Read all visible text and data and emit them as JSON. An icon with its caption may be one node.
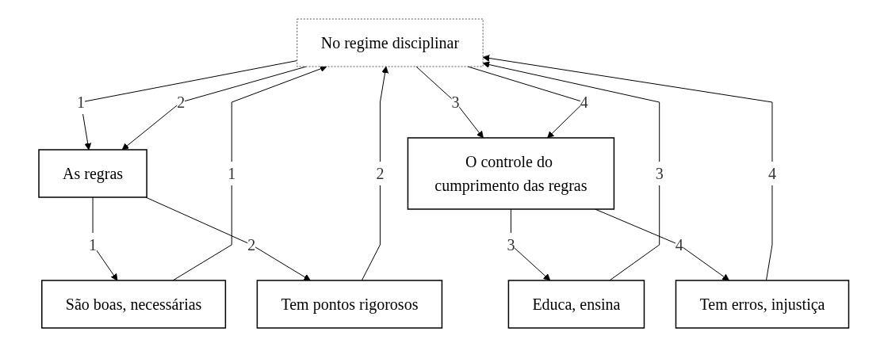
{
  "diagram": {
    "nodes": [
      {
        "text": [
          "No regime disciplinar"
        ]
      },
      {
        "text": [
          "As regras"
        ]
      },
      {
        "text": [
          "São boas, necessárias"
        ]
      },
      {
        "text": [
          "Tem pontos rigorosos"
        ]
      },
      {
        "text": [
          "O controle do cumprimento das regras"
        ]
      },
      {
        "text": [
          "Educa, ensina"
        ]
      },
      {
        "text": [
          "Tem erros, injustiça"
        ]
      }
    ],
    "edges": [
      {
        "from": 0,
        "to": 1,
        "arrow": "to",
        "label": "1"
      },
      {
        "from": 0,
        "to": 1,
        "arrow": "to",
        "label": "2"
      },
      {
        "from": 1,
        "to": 2,
        "arrow": "to",
        "label": "1"
      },
      {
        "from": 1,
        "to": 3,
        "arrow": "to",
        "label": "2"
      },
      {
        "from": 2,
        "to": 0,
        "arrow": "to",
        "label": "1"
      },
      {
        "from": 3,
        "to": 0,
        "arrow": "to",
        "label": "2"
      },
      {
        "from": 5,
        "to": 0,
        "arrow": "to",
        "label": "3"
      },
      {
        "from": 0,
        "to": 4,
        "arrow": "to",
        "label": "3"
      },
      {
        "from": 0,
        "to": 4,
        "arrow": "to",
        "label": "4"
      },
      {
        "from": 4,
        "to": 5,
        "arrow": "to",
        "label": "3"
      },
      {
        "from": 4,
        "to": 6,
        "arrow": "to",
        "label": "4"
      },
      {
        "from": 6,
        "to": 0,
        "arrow": "to",
        "label": "4"
      }
    ]
  }
}
